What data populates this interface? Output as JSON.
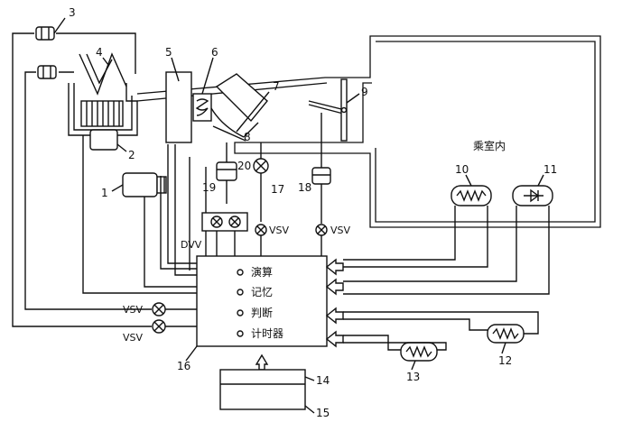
{
  "cabin_label": "乘室内",
  "controller": {
    "functions": [
      "演算",
      "记忆",
      "判断",
      "计时器"
    ]
  },
  "valve_labels": {
    "dvv": "DVV",
    "vsv": "VSV"
  },
  "parts": [
    "1",
    "2",
    "3",
    "4",
    "5",
    "6",
    "7",
    "8",
    "9",
    "10",
    "11",
    "12",
    "13",
    "14",
    "15",
    "16",
    "17",
    "18",
    "19",
    "20"
  ],
  "colors": {
    "line": "#111111",
    "background": "#ffffff"
  }
}
